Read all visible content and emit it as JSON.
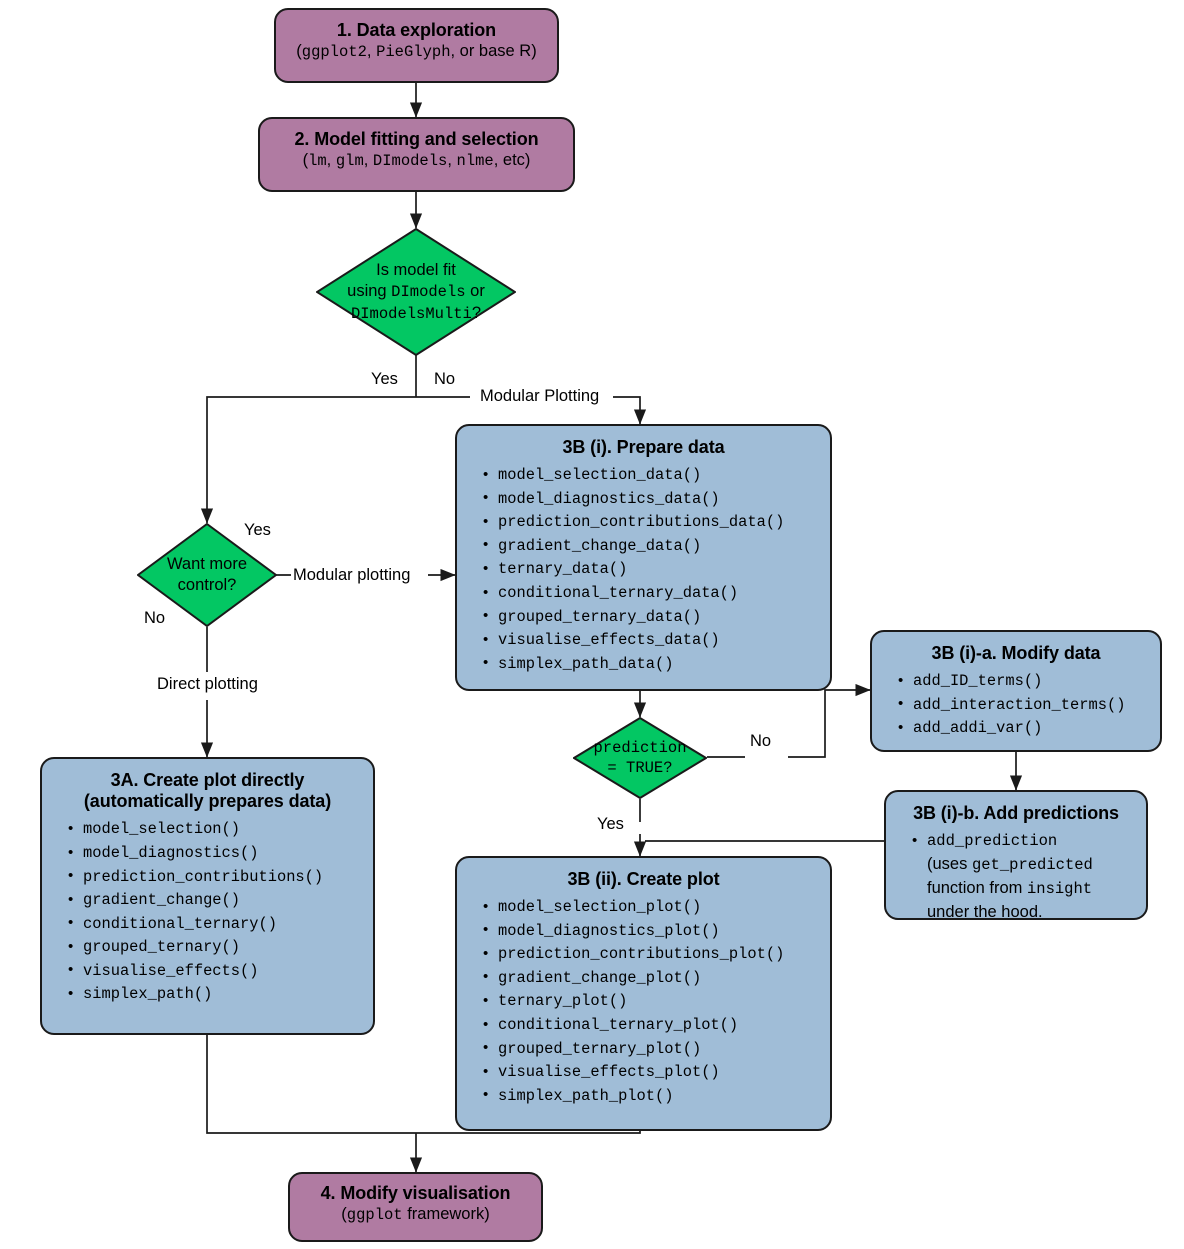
{
  "diagram": {
    "title": "DImodelsVis workflow flowchart",
    "colors": {
      "purple": "#b07ba2",
      "blue": "#a0bdd7",
      "green": "#03c763",
      "stroke": "#1a1a1a"
    }
  },
  "nodes": {
    "step1": {
      "title": "1. Data exploration",
      "sub_open": "(",
      "sub_mono1": "ggplot2",
      "sub_sep1": ", ",
      "sub_mono2": "PieGlyph",
      "sub_tail": ", or base R)"
    },
    "step2": {
      "title": "2. Model fitting and selection",
      "sub_open": "(",
      "sub_mono1": "lm",
      "sub_sep1": ", ",
      "sub_mono2": "glm",
      "sub_sep2": ", ",
      "sub_mono3": "DImodels",
      "sub_sep3": ", ",
      "sub_mono4": "nlme",
      "sub_tail": ", etc)"
    },
    "decision1": {
      "line1": "Is model fit",
      "line2_pre": "using ",
      "line2_mono": "DImodels",
      "line2_post": " or",
      "line3_mono": "DImodelsMulti",
      "line3_post": "?"
    },
    "decision2": {
      "line1": "Want more",
      "line2": "control?"
    },
    "decision3": {
      "line1": "prediction",
      "line2": "= TRUE?"
    },
    "step3a": {
      "title_line1": "3A. Create plot directly",
      "title_line2": "(automatically prepares data)",
      "items": [
        "model_selection()",
        "model_diagnostics()",
        "prediction_contributions()",
        "gradient_change()",
        "conditional_ternary()",
        "grouped_ternary()",
        "visualise_effects()",
        "simplex_path()"
      ]
    },
    "step3bi": {
      "title": "3B (i). Prepare data",
      "items": [
        "model_selection_data()",
        "model_diagnostics_data()",
        "prediction_contributions_data()",
        "gradient_change_data()",
        "ternary_data()",
        "conditional_ternary_data()",
        "grouped_ternary_data()",
        "visualise_effects_data()",
        "simplex_path_data()"
      ]
    },
    "step3bia": {
      "title": "3B (i)-a. Modify data",
      "items": [
        "add_ID_terms()",
        "add_interaction_terms()",
        "add_addi_var()"
      ]
    },
    "step3bib": {
      "title": "3B (i)-b. Add predictions",
      "item_mono1": "add_prediction",
      "item_text1": "(uses ",
      "item_mono2": "get_predicted",
      "item_text2": "function from ",
      "item_mono3": "insight",
      "item_text3": "under the hood."
    },
    "step3bii": {
      "title": "3B (ii). Create plot",
      "items": [
        "model_selection_plot()",
        "model_diagnostics_plot()",
        "prediction_contributions_plot()",
        "gradient_change_plot()",
        "ternary_plot()",
        "conditional_ternary_plot()",
        "grouped_ternary_plot()",
        "visualise_effects_plot()",
        "simplex_path_plot()"
      ]
    },
    "step4": {
      "title": "4. Modify visualisation",
      "sub_open": "(",
      "sub_mono1": "ggplot",
      "sub_tail": " framework)"
    }
  },
  "edge_labels": {
    "d1_yes": "Yes",
    "d1_no": "No",
    "modular_plotting_top": "Modular Plotting",
    "d2_yes": "Yes",
    "d2_no": "No",
    "modular_plotting_side": "Modular plotting",
    "direct_plotting": "Direct plotting",
    "d3_no": "No",
    "d3_yes": "Yes"
  }
}
